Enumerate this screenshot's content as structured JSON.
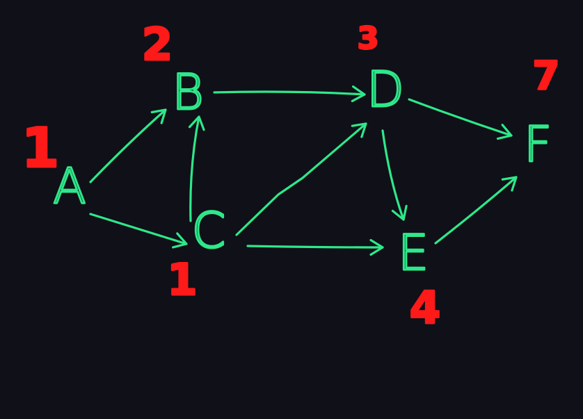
{
  "colors": {
    "background": "#101018",
    "node_stroke": "#2ee88a",
    "edge_stroke": "#2ee88a",
    "weight": "#ff1a1a"
  },
  "nodes": [
    {
      "id": "A",
      "label": "A",
      "weight": "1"
    },
    {
      "id": "B",
      "label": "B",
      "weight": "2"
    },
    {
      "id": "C",
      "label": "C",
      "weight": "1"
    },
    {
      "id": "D",
      "label": "D",
      "weight": "3"
    },
    {
      "id": "E",
      "label": "E",
      "weight": "4"
    },
    {
      "id": "F",
      "label": "F",
      "weight": "7"
    }
  ],
  "edges": [
    {
      "from": "A",
      "to": "B"
    },
    {
      "from": "A",
      "to": "C"
    },
    {
      "from": "C",
      "to": "B"
    },
    {
      "from": "B",
      "to": "D"
    },
    {
      "from": "C",
      "to": "D"
    },
    {
      "from": "C",
      "to": "E"
    },
    {
      "from": "D",
      "to": "E"
    },
    {
      "from": "D",
      "to": "F"
    },
    {
      "from": "E",
      "to": "F"
    }
  ]
}
